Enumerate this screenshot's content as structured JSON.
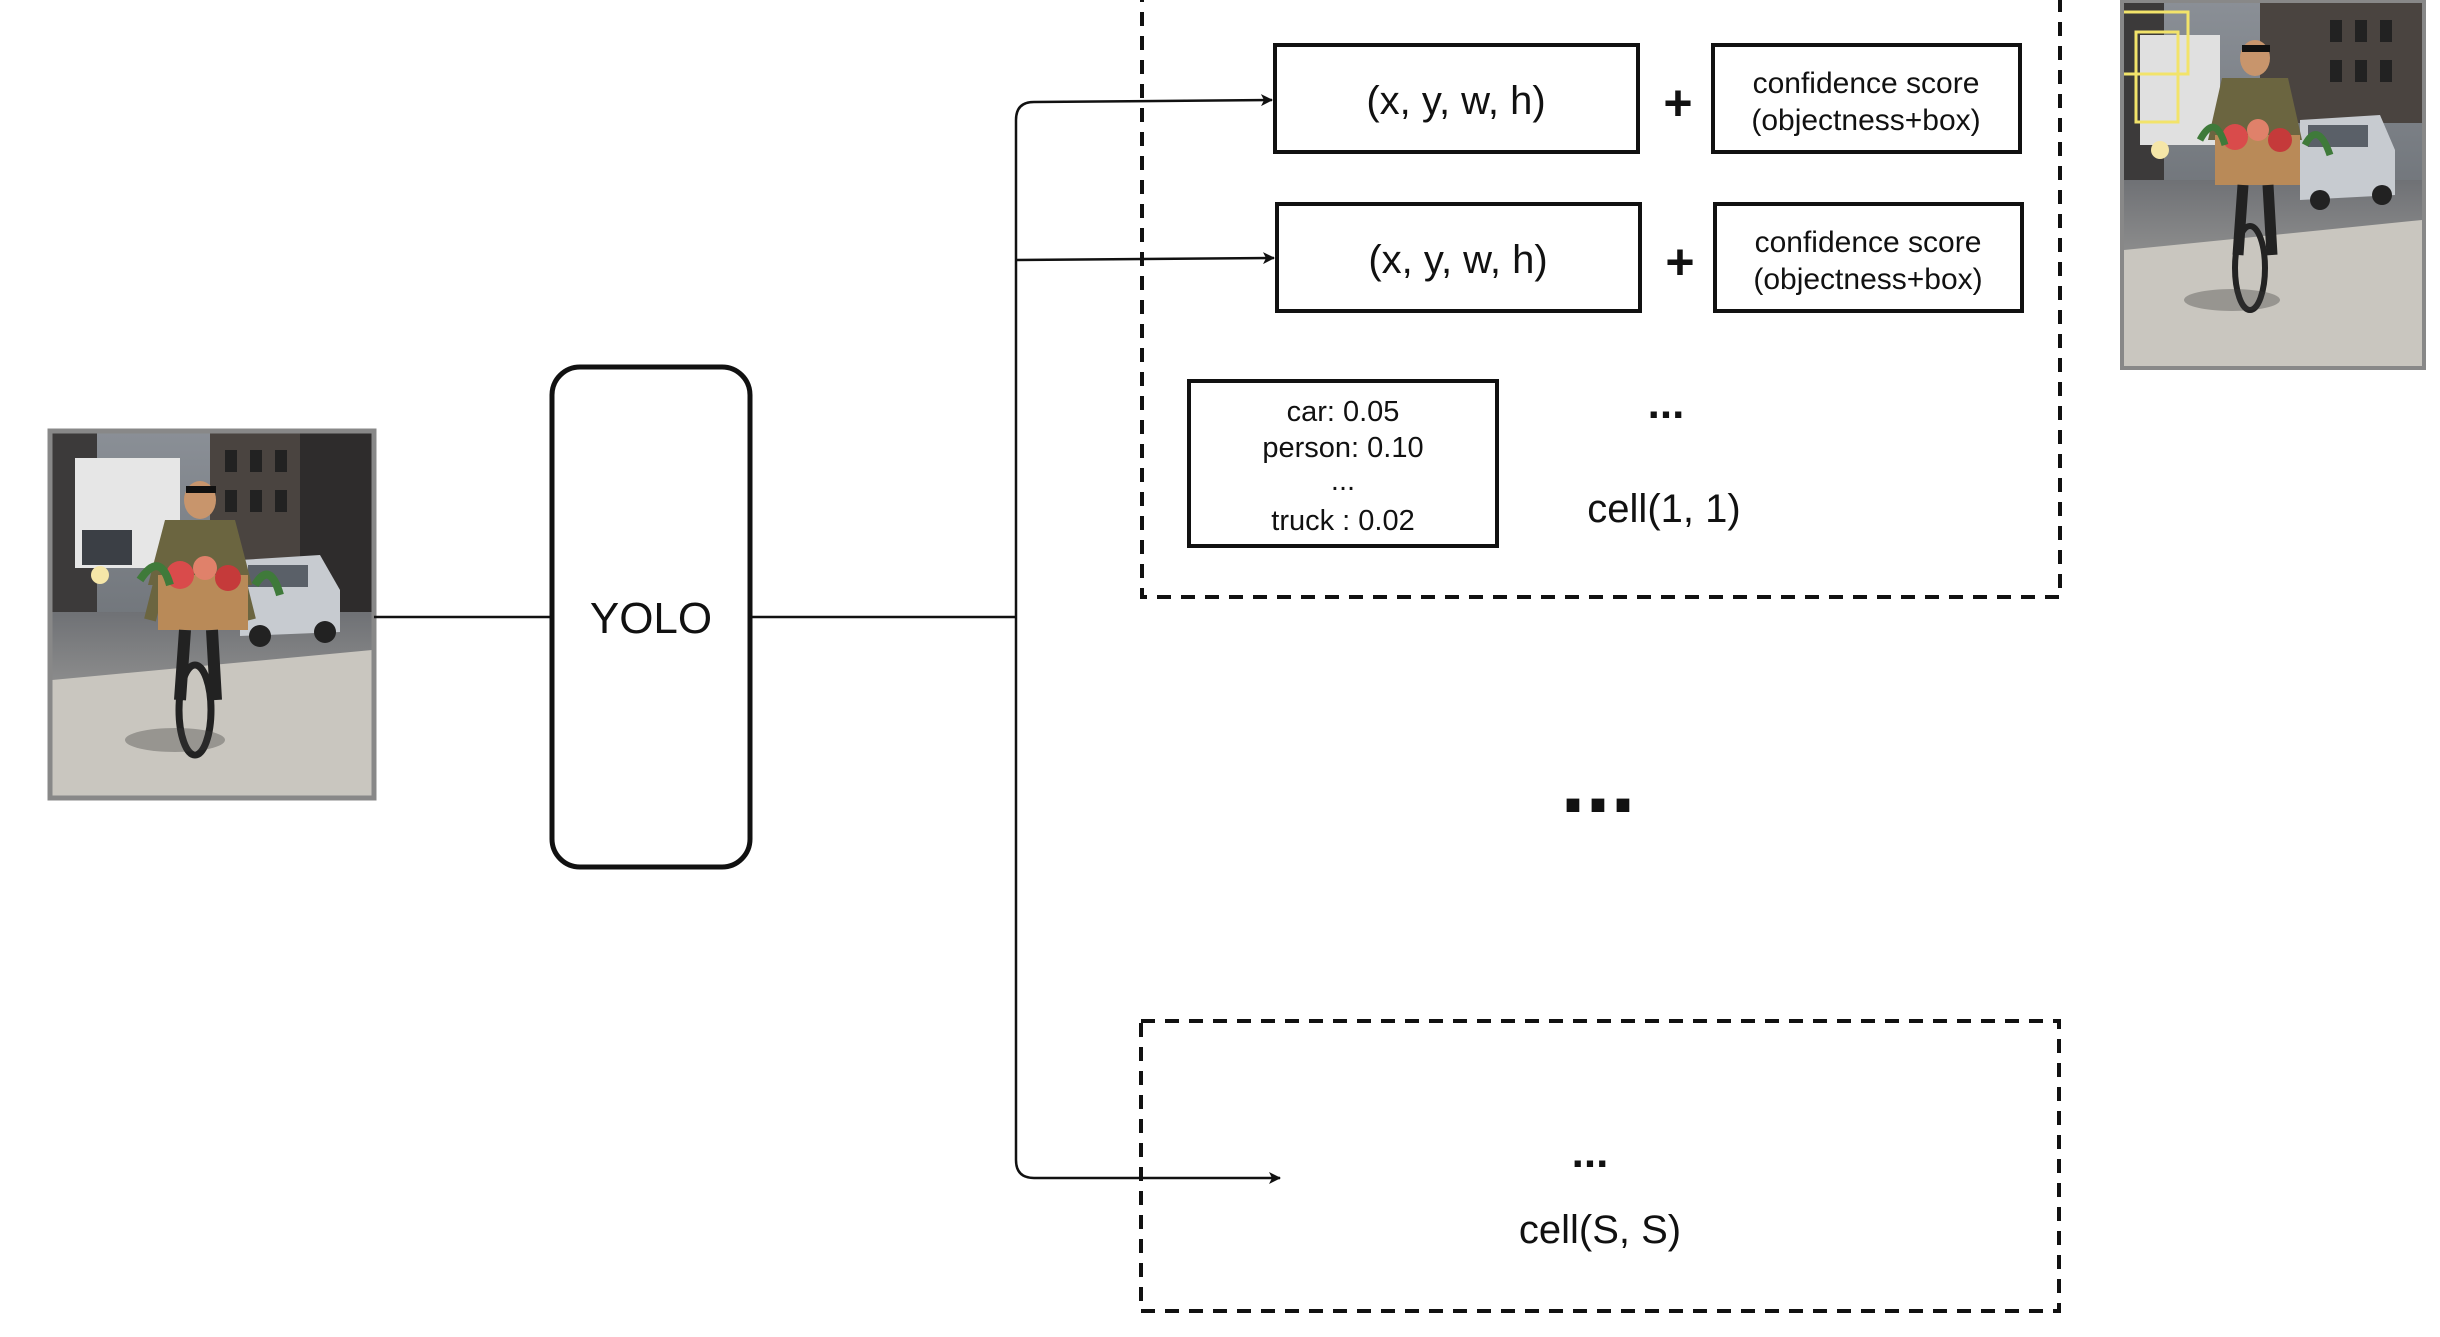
{
  "model": {
    "label": "YOLO"
  },
  "cell_first": {
    "boxes": [
      {
        "coords": "(x, y, w, h)",
        "plus": "+",
        "conf_line1": "confidence score",
        "conf_line2": "(objectness+box)"
      },
      {
        "coords": "(x, y, w, h)",
        "plus": "+",
        "conf_line1": "confidence score",
        "conf_line2": "(objectness+box)"
      }
    ],
    "class_probs": [
      "car: 0.05",
      "person: 0.10",
      "...",
      "truck : 0.02"
    ],
    "more_boxes": "...",
    "label": "cell(1, 1)"
  },
  "between_cells": "...",
  "cell_last": {
    "more": "...",
    "label": "cell(S, S)"
  },
  "images": {
    "input": "cyclist-street-photo",
    "output": "cyclist-street-photo-with-grid-boxes",
    "box_color": "#f2e36a"
  }
}
